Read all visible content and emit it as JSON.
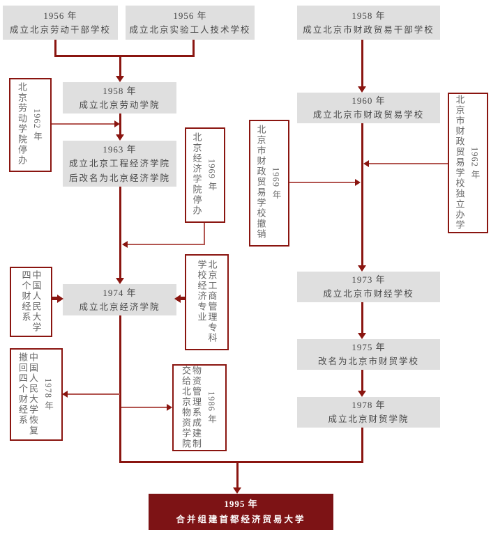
{
  "colors": {
    "accent_dark_red": "#8a1510",
    "line_red": "#b25550",
    "node_gray": "#dfdfdf",
    "node_text": "#474747",
    "note_text": "#666666",
    "final_bg": "#7d1315",
    "final_text": "#ffffff"
  },
  "nodes": {
    "labor_cadre_1956": {
      "year": "1956 年",
      "name": "成立北京劳动干部学校"
    },
    "experimental_worker_1956": {
      "year": "1956 年",
      "name": "成立北京实验工人技术学校"
    },
    "finance_trade_cadre_1958": {
      "year": "1958 年",
      "name": "成立北京市财政贸易干部学校"
    },
    "labor_college_1958": {
      "year": "1958 年",
      "name": "成立北京劳动学院"
    },
    "engineering_econ_1963": {
      "year": "1963 年",
      "name": "成立北京工程经济学院",
      "name2": "后改名为北京经济学院"
    },
    "beijing_econ_1974": {
      "year": "1974 年",
      "name": "成立北京经济学院"
    },
    "finance_trade_school_1960": {
      "year": "1960 年",
      "name": "成立北京市财政贸易学校"
    },
    "finance_school_1973": {
      "year": "1973 年",
      "name": "成立北京市财经学校"
    },
    "caimao_school_1975": {
      "year": "1975 年",
      "name": "改名为北京市财贸学校"
    },
    "caimao_college_1978": {
      "year": "1978 年",
      "name": "成立北京财贸学院"
    },
    "cueb_1995": {
      "year": "1995 年",
      "name": "合并组建首都经济贸易大学"
    }
  },
  "notes": {
    "labor_college_closed": {
      "text": "北京劳动学院停办",
      "year": "1962 年"
    },
    "econ_college_closed": {
      "text": "北京经济学院停办",
      "year": "1969 年"
    },
    "finance_trade_school_revoked": {
      "text": "北京市财政贸易学校撤销",
      "year": "1969 年"
    },
    "finance_trade_school_independent": {
      "text": "北京市财政贸易学校独立办学",
      "year": "1962 年"
    },
    "ruc_four_departments": {
      "text": "中国人民大学四个财经系"
    },
    "business_admin_major": {
      "text": "北京工商管理专科学校经济专业"
    },
    "ruc_recover_departments": {
      "text": "中国人民大学恢复撤回四个财经系",
      "year": "1978 年"
    },
    "materials_dept_transfer": {
      "text": "物资管理系成建制交给北京物资学院",
      "year": "1986 年"
    }
  }
}
